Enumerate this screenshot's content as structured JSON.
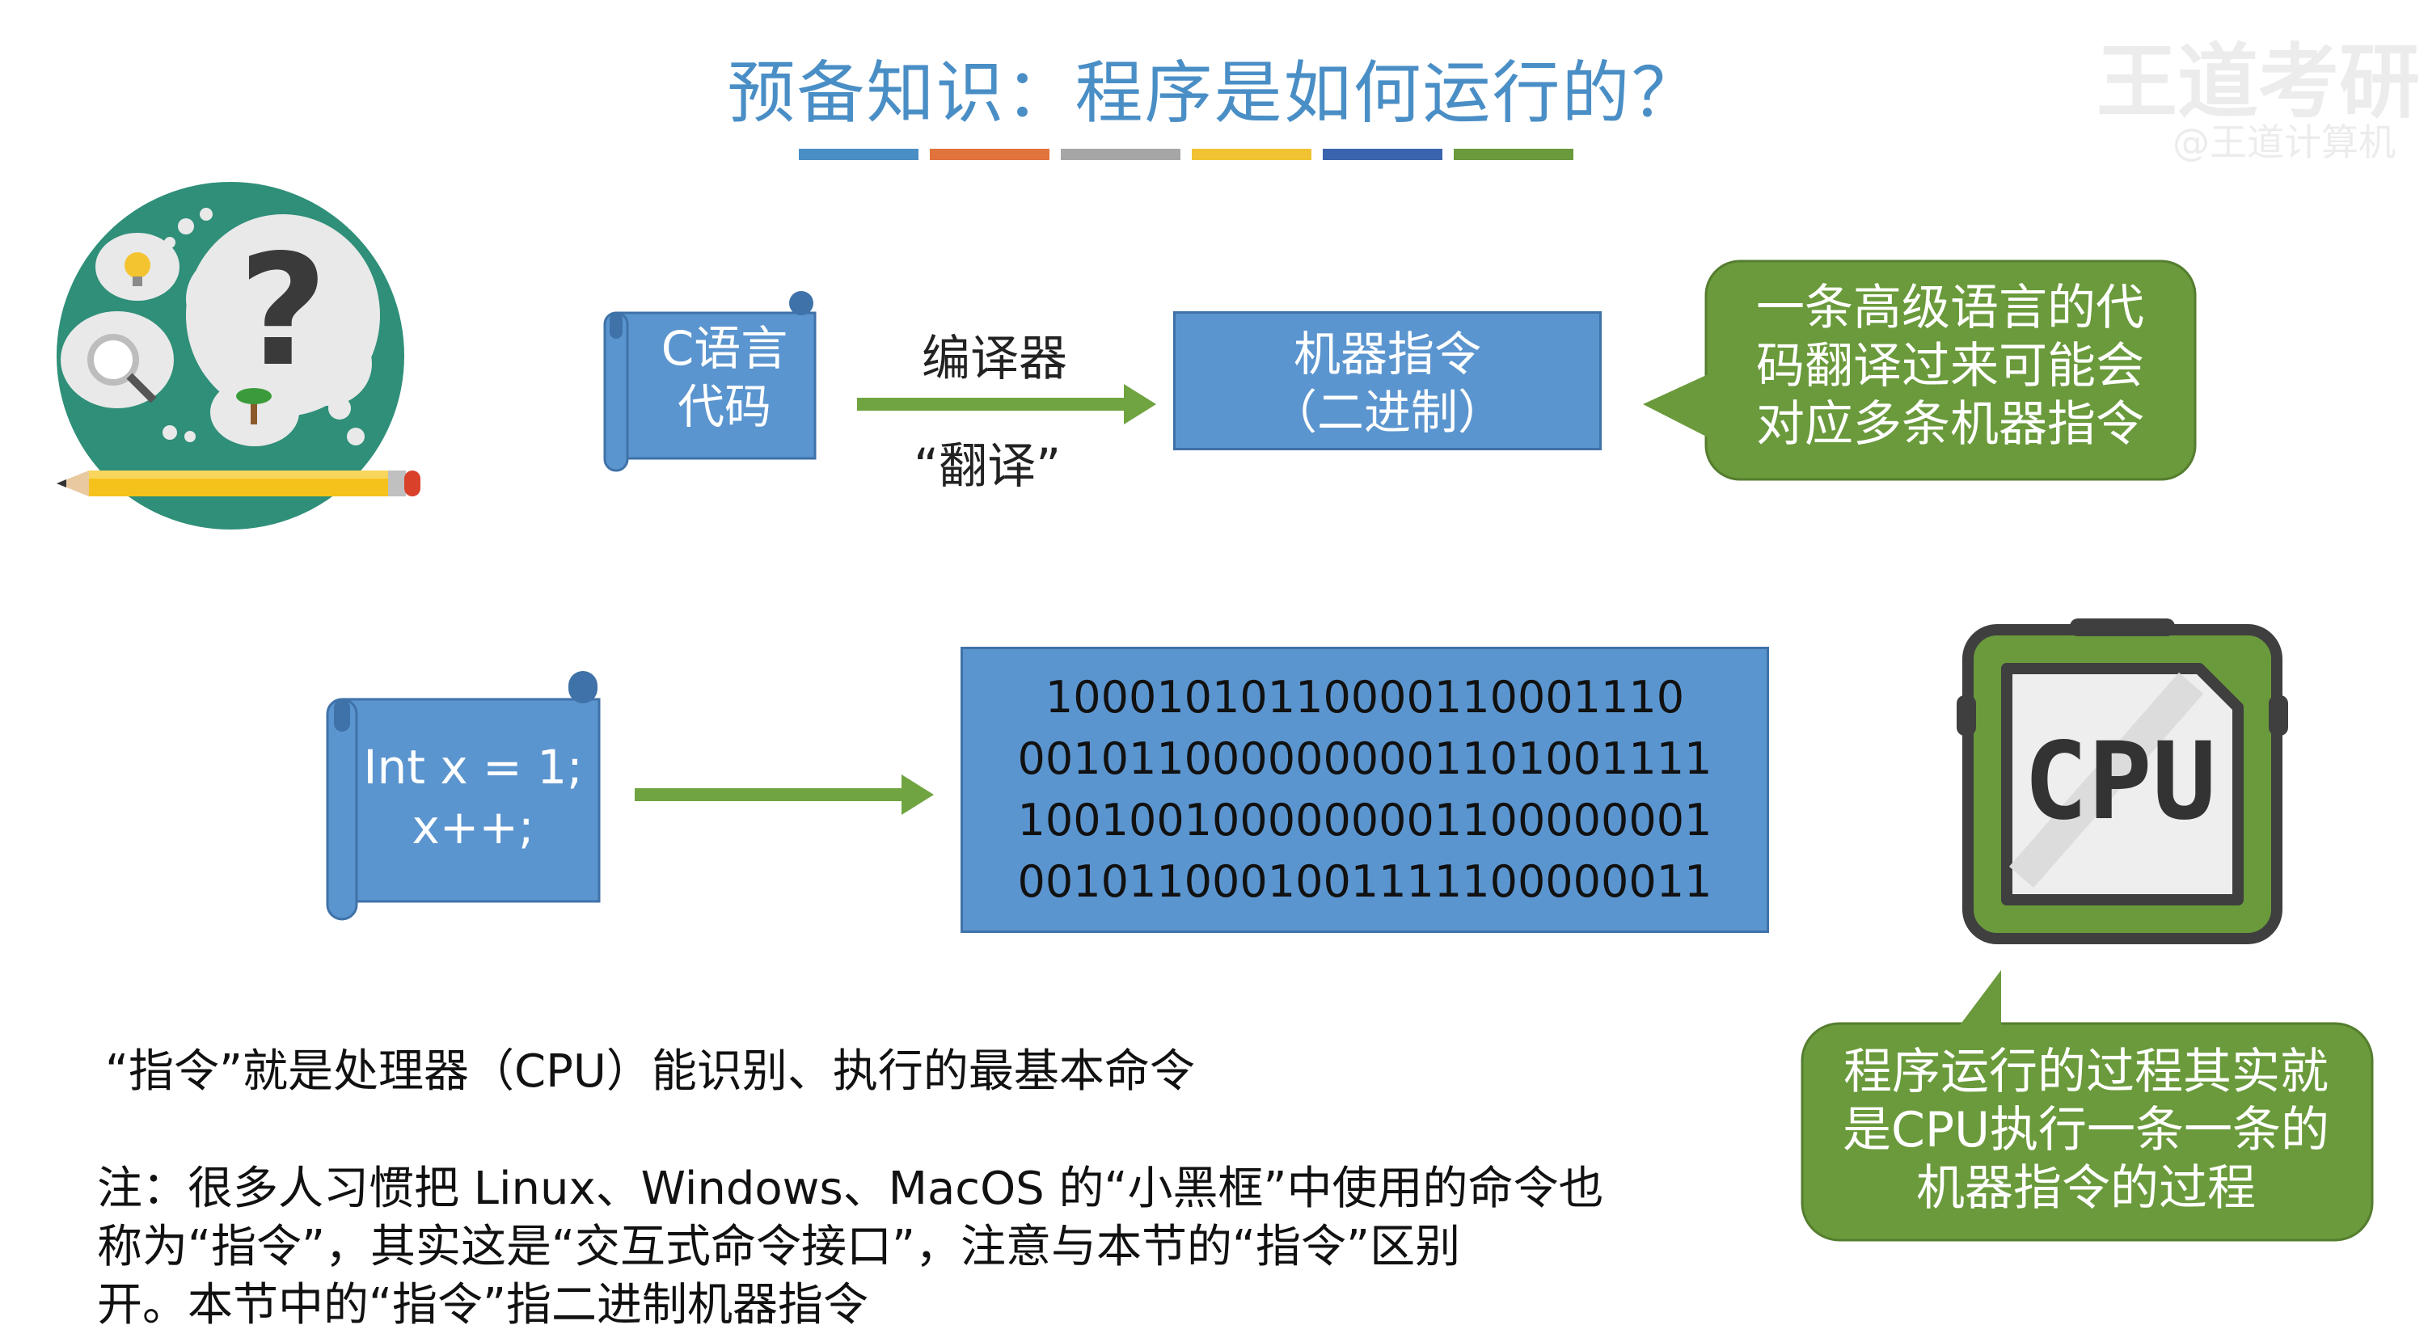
{
  "title": "预备知识：程序是如何运行的？",
  "title_bar_colors": [
    "#4a8ec6",
    "#e1733c",
    "#a6a6a6",
    "#f1c232",
    "#3b64ae",
    "#6a9a3b"
  ],
  "watermark": {
    "line1": "王道考研",
    "line2": "@王道计算机"
  },
  "c_code_scroll": {
    "line1": "C语言",
    "line2": "代码"
  },
  "compiler_label": "编译器",
  "translate_label": "“翻译”",
  "machine_box": {
    "line1": "机器指令",
    "line2": "（二进制）"
  },
  "callout_top": {
    "lines": [
      "一条高级语言的代",
      "码翻译过来可能会",
      "对应多条机器指令"
    ]
  },
  "code_scroll": {
    "line1": "Int x = 1;",
    "line2": "x++;"
  },
  "binary_box": {
    "lines": [
      "10001010110000110001110",
      "0010110000000001101001111",
      "1001001000000001100000001",
      "0010110001001111100000011"
    ]
  },
  "cpu_chip": {
    "label": "CPU"
  },
  "callout_bottom": {
    "lines": [
      "程序运行的过程其实就",
      "是CPU执行一条一条的",
      "机器指令的过程"
    ]
  },
  "definition": "“指令”就是处理器（CPU）能识别、执行的最基本命令",
  "note_lines": [
    "注：很多人习惯把 Linux、Windows、MacOS 的“小黑框”中使用的命令也",
    "称为“指令”，其实这是“交互式命令接口”，注意与本节的“指令”区别",
    "开。本节中的“指令”指二进制机器指令"
  ],
  "colors": {
    "blue_box": "#5b95cf",
    "green": "#6a9a3b",
    "teal_circle": "#2f8f79",
    "arrow_green": "#70a441"
  }
}
